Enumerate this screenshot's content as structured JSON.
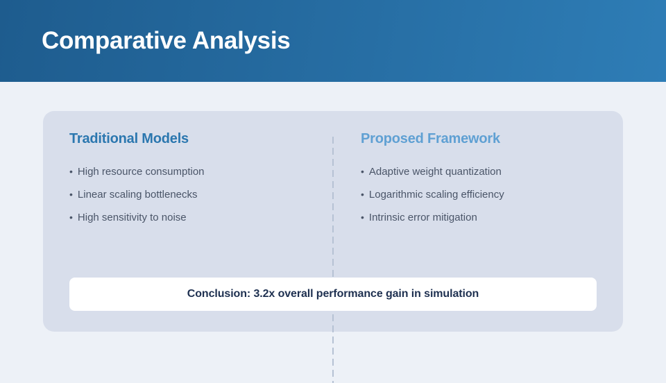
{
  "slide": {
    "title": "Comparative Analysis"
  },
  "comparison": {
    "bullet": "•",
    "left": {
      "heading": "Traditional Models",
      "items": [
        "High resource consumption",
        "Linear scaling bottlenecks",
        "High sensitivity to noise"
      ]
    },
    "right": {
      "heading": "Proposed Framework",
      "items": [
        "Adaptive weight quantization",
        "Logarithmic scaling efficiency",
        "Intrinsic error mitigation"
      ]
    },
    "conclusion": "Conclusion: 3.2x overall performance gain in simulation"
  },
  "colors": {
    "header_gradient_start": "#1e5c8e",
    "header_gradient_end": "#2e7db6",
    "page_background": "#edf1f7",
    "card_background": "#d8deeb",
    "left_heading": "#2b77af",
    "right_heading": "#5fa0d3",
    "body_text": "#4a5568",
    "divider": "#b6c2d4",
    "conclusion_text": "#1e3050",
    "conclusion_background": "#ffffff"
  }
}
